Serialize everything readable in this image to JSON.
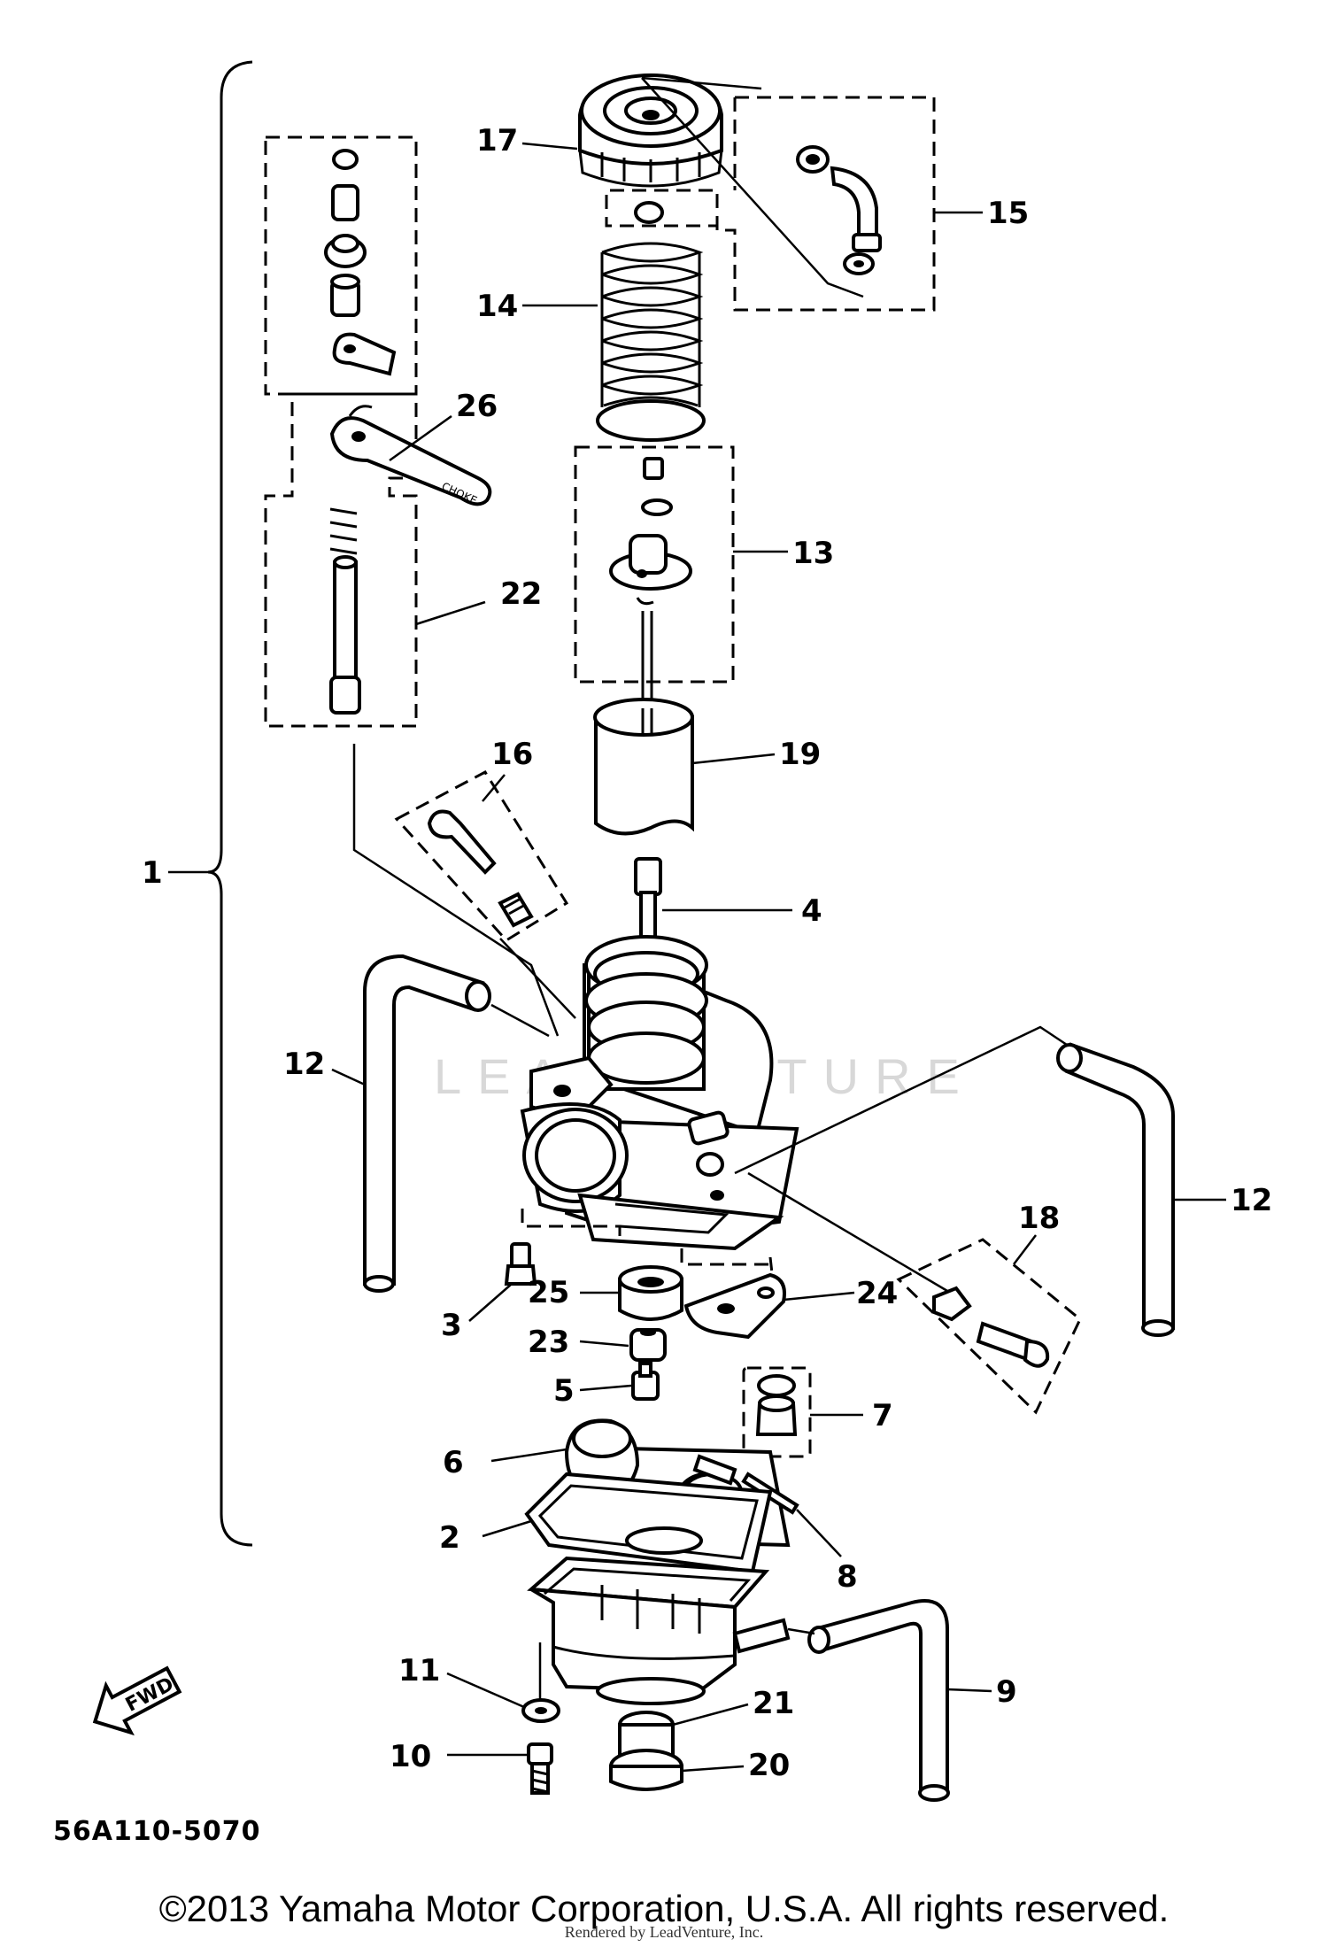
{
  "callouts": {
    "c1": "1",
    "c2": "2",
    "c3": "3",
    "c4": "4",
    "c5": "5",
    "c6": "6",
    "c7": "7",
    "c8": "8",
    "c9": "9",
    "c10": "10",
    "c11": "11",
    "c12a": "12",
    "c12b": "12",
    "c13": "13",
    "c14": "14",
    "c15": "15",
    "c16": "16",
    "c17": "17",
    "c18": "18",
    "c19": "19",
    "c20": "20",
    "c21": "21",
    "c22": "22",
    "c23": "23",
    "c24": "24",
    "c25": "25",
    "c26": "26"
  },
  "fwd_label": "FWD",
  "lever_label": "CHOKE",
  "drawing_code": "56A110-5070",
  "watermark": "LEADVENTURE",
  "copyright": "©2013 Yamaha Motor Corporation, U.S.A. All rights reserved.",
  "rendered_by": "Rendered by LeadVenture, Inc."
}
